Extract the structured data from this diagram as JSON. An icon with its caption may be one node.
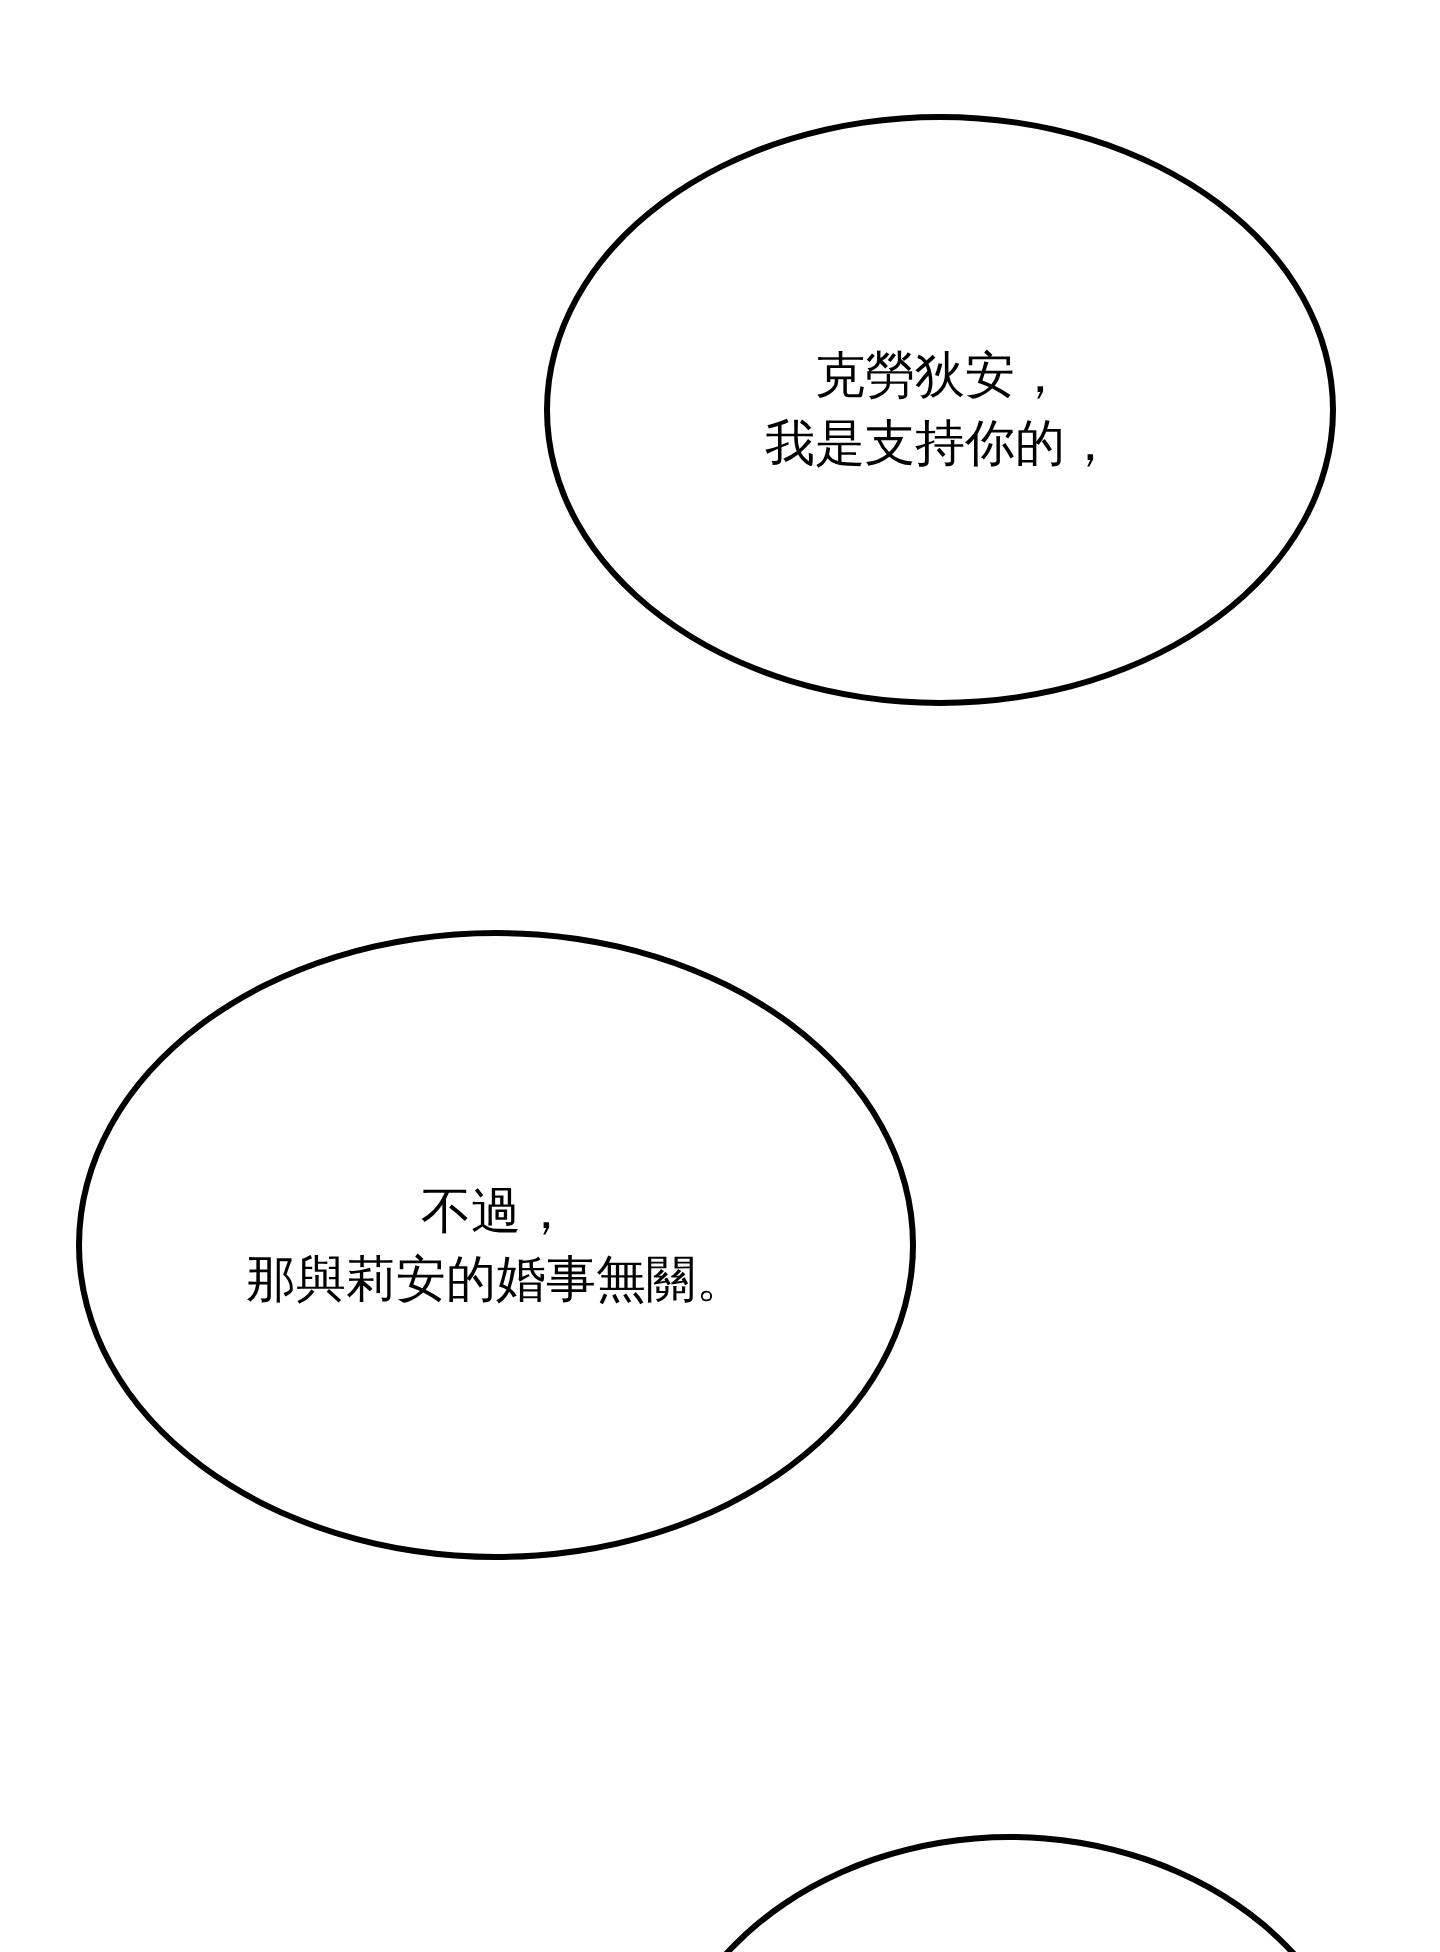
{
  "diagram": {
    "nodes": [
      {
        "text": [
          "克勞狄安，我是支持你的，"
        ]
      },
      {
        "text": [
          "不過，那與莉安的婚事無關。"
        ]
      },
      {
        "text": [],
        "shape": "ellipse"
      }
    ]
  }
}
